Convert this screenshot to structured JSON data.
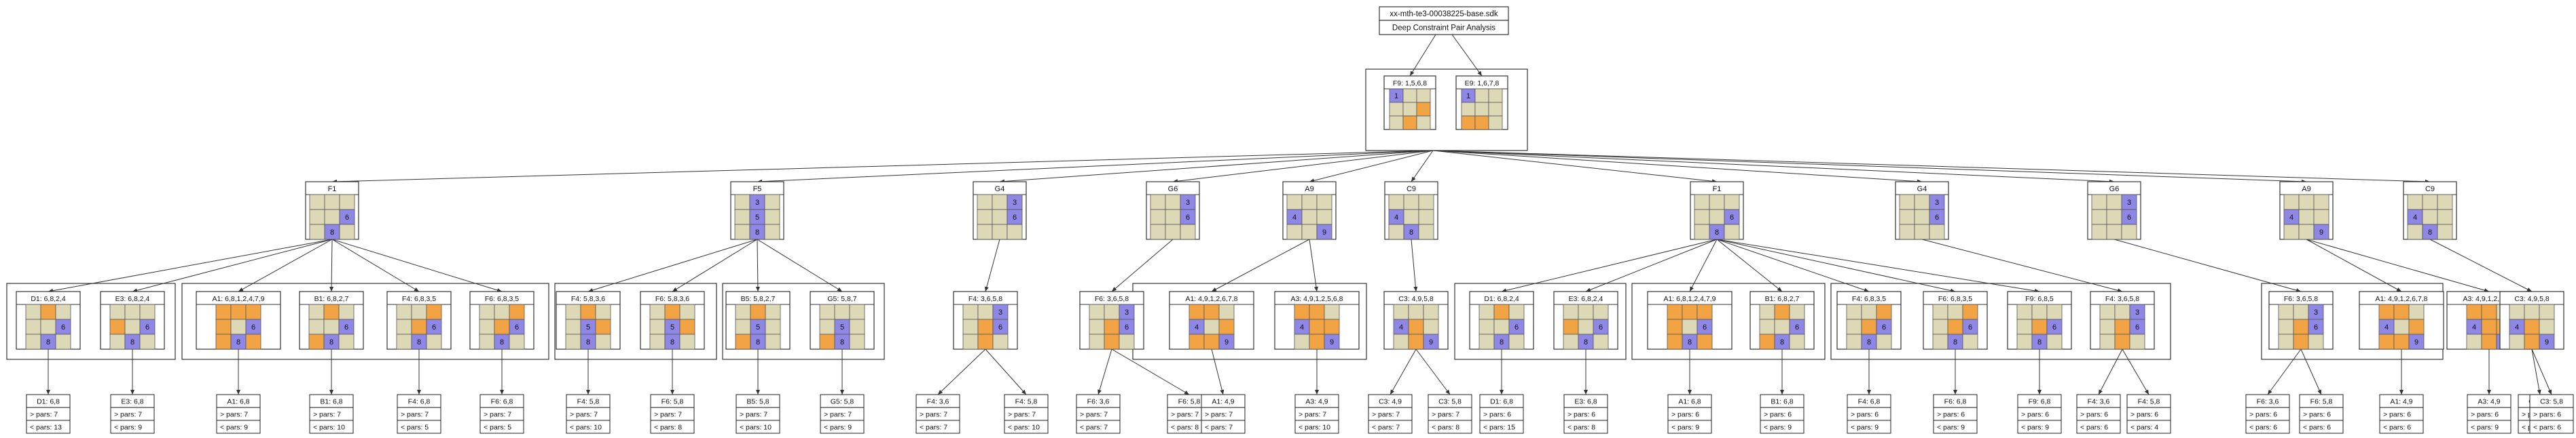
{
  "header": {
    "title": "xx-mth-te3-00038225-base.sdk",
    "subtitle": "Deep Constraint Pair Analysis"
  },
  "colors": {
    "beige": "#ddd8b6",
    "orange": "#f2a444",
    "purple": "#8f87e6",
    "line": "#333333"
  },
  "root_group": [
    {
      "label": "F9: 1,5,6,8",
      "cells": [
        "P1",
        "B",
        "B",
        "B",
        "B",
        "O",
        "B",
        "O",
        "B"
      ]
    },
    {
      "label": "E9: 1,6,7,8",
      "cells": [
        "P1",
        "B",
        "B",
        "B",
        "B",
        "B",
        "O",
        "O",
        "B"
      ]
    }
  ],
  "level1": [
    {
      "label": "F1",
      "cells": [
        "B",
        "B",
        "B",
        "B",
        "B",
        "P6",
        "B",
        "P8",
        "B"
      ]
    },
    {
      "label": "F5",
      "cells": [
        "B",
        "P3",
        "B",
        "B",
        "P5",
        "B",
        "B",
        "P8",
        "B"
      ]
    },
    {
      "label": "G4",
      "cells": [
        "B",
        "B",
        "P3",
        "B",
        "B",
        "P6",
        "B",
        "B",
        "B"
      ]
    },
    {
      "label": "G6",
      "cells": [
        "B",
        "B",
        "P3",
        "B",
        "B",
        "P6",
        "B",
        "B",
        "B"
      ]
    },
    {
      "label": "A9",
      "cells": [
        "B",
        "B",
        "B",
        "P4",
        "B",
        "B",
        "B",
        "B",
        "P9"
      ]
    },
    {
      "label": "C9",
      "cells": [
        "B",
        "B",
        "B",
        "P4",
        "B",
        "B",
        "B",
        "P8",
        "B"
      ]
    },
    {
      "label": "F1",
      "cells": [
        "B",
        "B",
        "B",
        "B",
        "B",
        "P6",
        "B",
        "P8",
        "B"
      ]
    },
    {
      "label": "G4",
      "cells": [
        "B",
        "B",
        "P3",
        "B",
        "B",
        "P6",
        "B",
        "B",
        "B"
      ]
    },
    {
      "label": "G6",
      "cells": [
        "B",
        "B",
        "P3",
        "B",
        "B",
        "P6",
        "B",
        "B",
        "B"
      ]
    },
    {
      "label": "A9",
      "cells": [
        "B",
        "B",
        "B",
        "P4",
        "B",
        "B",
        "B",
        "B",
        "P9"
      ]
    },
    {
      "label": "C9",
      "cells": [
        "B",
        "B",
        "B",
        "P4",
        "B",
        "B",
        "B",
        "P8",
        "B"
      ]
    }
  ],
  "level2": [
    {
      "label": "D1: 6,8,2,4",
      "cells": [
        "B",
        "O",
        "B",
        "B",
        "B",
        "P6",
        "B",
        "P8",
        "B"
      ]
    },
    {
      "label": "E3: 6,8,2,4",
      "cells": [
        "B",
        "B",
        "B",
        "O",
        "B",
        "P6",
        "B",
        "P8",
        "B"
      ]
    },
    {
      "label": "A1: 6,8,1,2,4,7,9",
      "cells": [
        "O",
        "O",
        "O",
        "O",
        "B",
        "P6",
        "O",
        "P8",
        "O"
      ]
    },
    {
      "label": "B1: 6,8,2,7",
      "cells": [
        "B",
        "O",
        "B",
        "B",
        "B",
        "P6",
        "O",
        "P8",
        "B"
      ]
    },
    {
      "label": "F4: 6,8,3,5",
      "cells": [
        "B",
        "B",
        "O",
        "B",
        "O",
        "P6",
        "B",
        "P8",
        "B"
      ]
    },
    {
      "label": "F6: 6,8,3,5",
      "cells": [
        "B",
        "B",
        "O",
        "B",
        "O",
        "P6",
        "B",
        "P8",
        "B"
      ]
    },
    {
      "label": "F4: 5,8,3,6",
      "cells": [
        "B",
        "O",
        "B",
        "B",
        "P5",
        "O",
        "B",
        "P8",
        "B"
      ]
    },
    {
      "label": "F6: 5,8,3,6",
      "cells": [
        "B",
        "O",
        "B",
        "B",
        "P5",
        "O",
        "B",
        "P8",
        "B"
      ]
    },
    {
      "label": "B5: 5,8,2,7",
      "cells": [
        "B",
        "O",
        "B",
        "B",
        "P5",
        "B",
        "O",
        "P8",
        "B"
      ]
    },
    {
      "label": "G5: 5,8,7",
      "cells": [
        "B",
        "B",
        "B",
        "B",
        "P5",
        "B",
        "O",
        "P8",
        "B"
      ]
    },
    {
      "label": "F4: 3,6,5,8",
      "cells": [
        "B",
        "B",
        "P3",
        "B",
        "O",
        "P6",
        "B",
        "O",
        "B"
      ]
    },
    {
      "label": "F6: 3,6,5,8",
      "cells": [
        "B",
        "B",
        "P3",
        "B",
        "O",
        "P6",
        "B",
        "O",
        "B"
      ]
    },
    {
      "label": "A1: 4,9,1,2,6,7,8",
      "cells": [
        "O",
        "O",
        "B",
        "P4",
        "B",
        "O",
        "O",
        "O",
        "P9"
      ]
    },
    {
      "label": "A3: 4,9,1,2,5,6,8",
      "cells": [
        "O",
        "O",
        "B",
        "P4",
        "O",
        "O",
        "B",
        "O",
        "P9"
      ]
    },
    {
      "label": "C3: 4,9,5,8",
      "cells": [
        "B",
        "B",
        "B",
        "P4",
        "O",
        "B",
        "B",
        "O",
        "P9"
      ]
    },
    {
      "label": "D1: 6,8,2,4",
      "cells": [
        "B",
        "O",
        "B",
        "B",
        "B",
        "P6",
        "B",
        "P8",
        "B"
      ]
    },
    {
      "label": "E3: 6,8,2,4",
      "cells": [
        "B",
        "B",
        "B",
        "O",
        "B",
        "P6",
        "B",
        "P8",
        "B"
      ]
    },
    {
      "label": "A1: 6,8,1,2,4,7,9",
      "cells": [
        "O",
        "O",
        "O",
        "O",
        "B",
        "P6",
        "O",
        "P8",
        "O"
      ]
    },
    {
      "label": "B1: 6,8,2,7",
      "cells": [
        "B",
        "O",
        "B",
        "B",
        "B",
        "P6",
        "O",
        "P8",
        "B"
      ]
    },
    {
      "label": "F4: 6,8,3,5",
      "cells": [
        "B",
        "B",
        "O",
        "B",
        "O",
        "P6",
        "B",
        "P8",
        "B"
      ]
    },
    {
      "label": "F6: 6,8,3,5",
      "cells": [
        "B",
        "B",
        "O",
        "B",
        "O",
        "P6",
        "B",
        "P8",
        "B"
      ]
    },
    {
      "label": "F9: 6,8,5",
      "cells": [
        "B",
        "B",
        "B",
        "B",
        "O",
        "P6",
        "B",
        "P8",
        "B"
      ]
    },
    {
      "label": "F4: 3,6,5,8",
      "cells": [
        "B",
        "B",
        "P3",
        "B",
        "O",
        "P6",
        "B",
        "O",
        "B"
      ]
    },
    {
      "label": "F6: 3,6,5,8",
      "cells": [
        "B",
        "B",
        "P3",
        "B",
        "O",
        "P6",
        "B",
        "O",
        "B"
      ]
    },
    {
      "label": "A1: 4,9,1,2,6,7,8",
      "cells": [
        "O",
        "O",
        "B",
        "P4",
        "B",
        "O",
        "O",
        "O",
        "P9"
      ]
    },
    {
      "label": "A3: 4,9,1,2,5,6,8",
      "cells": [
        "O",
        "O",
        "B",
        "P4",
        "O",
        "O",
        "B",
        "O",
        "P9"
      ]
    },
    {
      "label": "C3: 4,9,5,8",
      "cells": [
        "B",
        "B",
        "B",
        "P4",
        "O",
        "B",
        "B",
        "O",
        "P9"
      ]
    }
  ],
  "leaves": [
    {
      "label": "D1: 6,8",
      "pars": "> pars: 7",
      "cnt": "< pars: 13"
    },
    {
      "label": "E3: 6,8",
      "pars": "> pars: 7",
      "cnt": "< pars: 9"
    },
    {
      "label": "A1: 6,8",
      "pars": "> pars: 7",
      "cnt": "< pars: 9"
    },
    {
      "label": "B1: 6,8",
      "pars": "> pars: 7",
      "cnt": "< pars: 10"
    },
    {
      "label": "F4: 6,8",
      "pars": "> pars: 7",
      "cnt": "< pars: 5"
    },
    {
      "label": "F6: 6,8",
      "pars": "> pars: 7",
      "cnt": "< pars: 5"
    },
    {
      "label": "F4: 5,8",
      "pars": "> pars: 7",
      "cnt": "< pars: 10"
    },
    {
      "label": "F6: 5,8",
      "pars": "> pars: 7",
      "cnt": "< pars: 8"
    },
    {
      "label": "B5: 5,8",
      "pars": "> pars: 7",
      "cnt": "< pars: 10"
    },
    {
      "label": "G5: 5,8",
      "pars": "> pars: 7",
      "cnt": "< pars: 9"
    },
    {
      "label": "F4: 3,6",
      "pars": "> pars: 7",
      "cnt": "< pars: 7"
    },
    {
      "label": "F4: 5,8",
      "pars": "> pars: 7",
      "cnt": "< pars: 10"
    },
    {
      "label": "F6: 3,6",
      "pars": "> pars: 7",
      "cnt": "< pars: 7"
    },
    {
      "label": "F6: 5,8",
      "pars": "> pars: 7",
      "cnt": "< pars: 8"
    },
    {
      "label": "A1: 4,9",
      "pars": "> pars: 7",
      "cnt": "< pars: 7"
    },
    {
      "label": "A3: 4,9",
      "pars": "> pars: 7",
      "cnt": "< pars: 10"
    },
    {
      "label": "C3: 4,9",
      "pars": "> pars: 7",
      "cnt": "< pars: 7"
    },
    {
      "label": "C3: 5,8",
      "pars": "> pars: 7",
      "cnt": "< pars: 8"
    },
    {
      "label": "D1: 6,8",
      "pars": "> pars: 6",
      "cnt": "< pars: 15"
    },
    {
      "label": "E3: 6,8",
      "pars": "> pars: 6",
      "cnt": "< pars: 8"
    },
    {
      "label": "A1: 6,8",
      "pars": "> pars: 6",
      "cnt": "< pars: 9"
    },
    {
      "label": "B1: 6,8",
      "pars": "> pars: 6",
      "cnt": "< pars: 9"
    },
    {
      "label": "F4: 6,8",
      "pars": "> pars: 6",
      "cnt": "< pars: 9"
    },
    {
      "label": "F6: 6,8",
      "pars": "> pars: 6",
      "cnt": "< pars: 9"
    },
    {
      "label": "F9: 6,8",
      "pars": "> pars: 6",
      "cnt": "< pars: 9"
    },
    {
      "label": "F4: 3,6",
      "pars": "> pars: 6",
      "cnt": "< pars: 6"
    },
    {
      "label": "F4: 5,8",
      "pars": "> pars: 6",
      "cnt": "< pars: 4"
    },
    {
      "label": "F6: 3,6",
      "pars": "> pars: 6",
      "cnt": "< pars: 6"
    },
    {
      "label": "F6: 5,8",
      "pars": "> pars: 6",
      "cnt": "< pars: 6"
    },
    {
      "label": "A1: 4,9",
      "pars": "> pars: 6",
      "cnt": "< pars: 6"
    },
    {
      "label": "A3: 4,9",
      "pars": "> pars: 6",
      "cnt": "< pars: 9"
    },
    {
      "label": "C3: 4,9",
      "pars": "> pars: 6",
      "cnt": "< pars: 6"
    },
    {
      "label": "C3: 5,8",
      "pars": "> pars: 6",
      "cnt": "< pars: 6"
    }
  ]
}
